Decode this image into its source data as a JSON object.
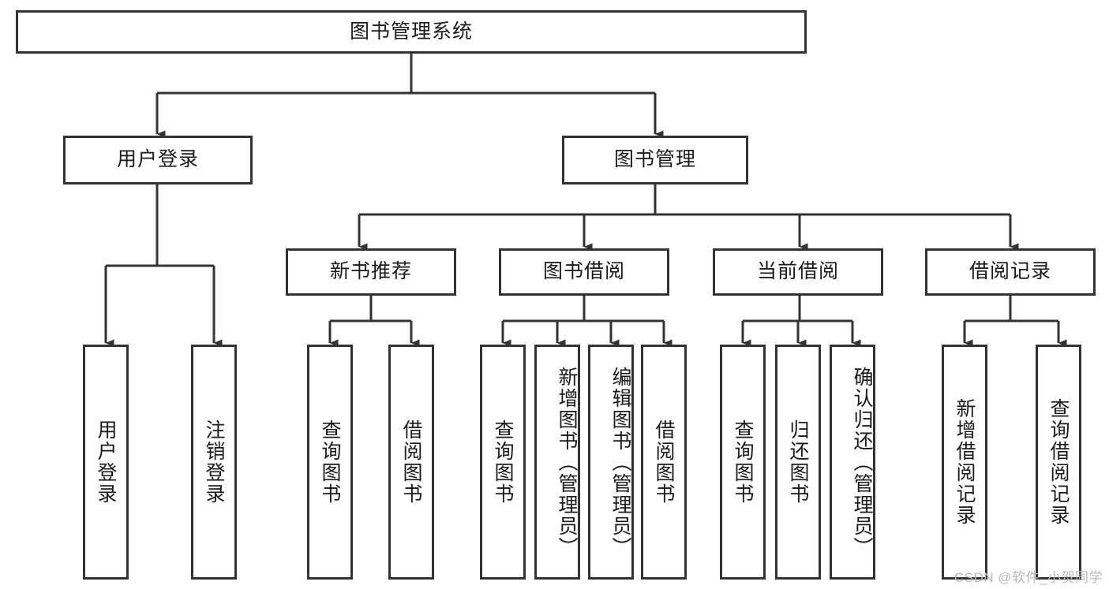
{
  "diagram": {
    "title": "图书管理系统",
    "type": "tree-hierarchy",
    "watermark": "CSDN @软件_小贺同学",
    "colors": {
      "background": "#ffffff",
      "border": "#333333",
      "text": "#1a1a1a",
      "connector": "#333333",
      "watermark": "#b9b9b9"
    }
  },
  "nodes": {
    "root": {
      "label": "图书管理系统",
      "level": 0
    },
    "level1": [
      {
        "id": "user-login",
        "label": "用户登录"
      },
      {
        "id": "book-manage",
        "label": "图书管理"
      }
    ],
    "level2": [
      {
        "id": "new-book-recommend",
        "label": "新书推荐",
        "parent": "book-manage"
      },
      {
        "id": "book-borrow",
        "label": "图书借阅",
        "parent": "book-manage"
      },
      {
        "id": "current-borrow",
        "label": "当前借阅",
        "parent": "book-manage"
      },
      {
        "id": "borrow-record",
        "label": "借阅记录",
        "parent": "book-manage"
      }
    ],
    "leaves": [
      {
        "id": "leaf-user-login",
        "label": "用户登录",
        "parent": "user-login",
        "align": "mid"
      },
      {
        "id": "leaf-logout-login",
        "label": "注销登录",
        "parent": "user-login",
        "align": "mid"
      },
      {
        "id": "leaf-query-book-1",
        "label": "查询图书",
        "parent": "new-book-recommend",
        "align": "mid"
      },
      {
        "id": "leaf-borrow-book-1",
        "label": "借阅图书",
        "parent": "new-book-recommend",
        "align": "mid"
      },
      {
        "id": "leaf-query-book-2",
        "label": "查询图书",
        "parent": "book-borrow",
        "align": "mid"
      },
      {
        "id": "leaf-add-book",
        "label": "新增图书（管理员）",
        "parent": "book-borrow",
        "align": "top"
      },
      {
        "id": "leaf-edit-book",
        "label": "编辑图书（管理员）",
        "parent": "book-borrow",
        "align": "top"
      },
      {
        "id": "leaf-borrow-book-2",
        "label": "借阅图书",
        "parent": "book-borrow",
        "align": "mid"
      },
      {
        "id": "leaf-query-book-3",
        "label": "查询图书",
        "parent": "current-borrow",
        "align": "mid"
      },
      {
        "id": "leaf-return-book",
        "label": "归还图书",
        "parent": "current-borrow",
        "align": "mid"
      },
      {
        "id": "leaf-confirm-return",
        "label": "确认归还（管理员）",
        "parent": "current-borrow",
        "align": "top"
      },
      {
        "id": "leaf-add-record",
        "label": "新增借阅记录",
        "parent": "borrow-record",
        "align": "mid"
      },
      {
        "id": "leaf-query-record",
        "label": "查询借阅记录",
        "parent": "borrow-record",
        "align": "mid"
      }
    ]
  }
}
